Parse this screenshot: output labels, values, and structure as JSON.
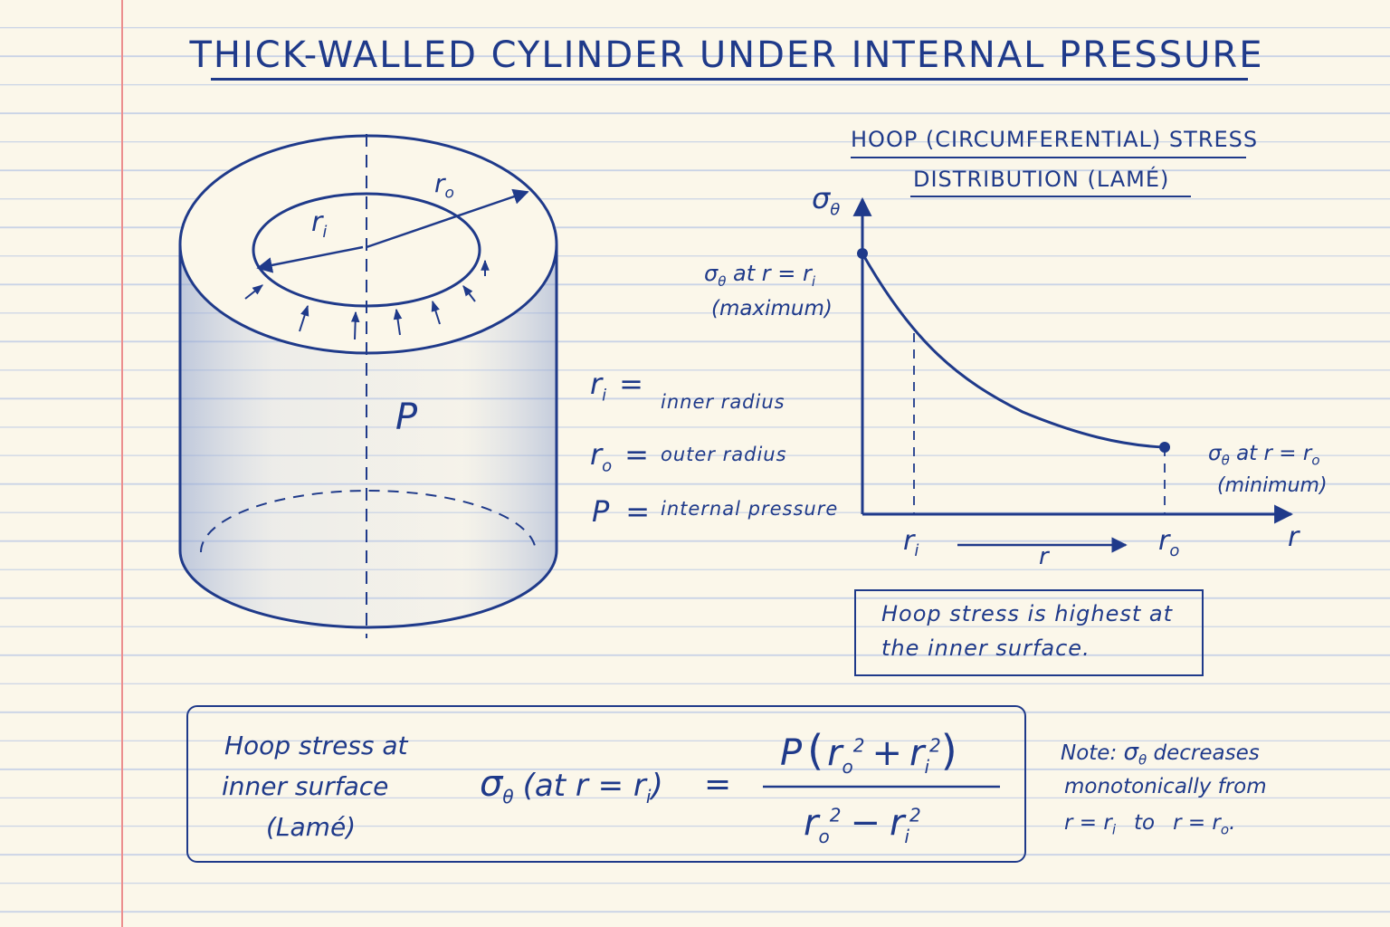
{
  "title": "THICK-WALLED CYLINDER UNDER INTERNAL PRESSURE",
  "cylinder": {
    "label_ro": "r",
    "label_ro_sub": "o",
    "label_ri": "r",
    "label_ri_sub": "i",
    "label_p": "P"
  },
  "legend": [
    {
      "sym": "r",
      "sub": "i",
      "eq": "=",
      "desc": "inner radius"
    },
    {
      "sym": "r",
      "sub": "o",
      "eq": "=",
      "desc": "outer radius"
    },
    {
      "sym": "P",
      "sub": "",
      "eq": "=",
      "desc": "internal pressure"
    }
  ],
  "graph": {
    "title_line1": "HOOP (CIRCUMFERENTIAL) STRESS",
    "title_line2": "DISTRIBUTION (LAMÉ)",
    "y_axis": "σ",
    "y_axis_sub": "θ",
    "x_axis": "r",
    "tick_ri": "r",
    "tick_ri_sub": "i",
    "tick_ro": "r",
    "tick_ro_sub": "o",
    "arrow_label": "r",
    "max_label_1": "σ",
    "max_label_1_sub": "θ",
    "max_label_1_rest": " at r = r",
    "max_label_1_rest_sub": "i",
    "max_label_2": "(maximum)",
    "min_label_1": "σ",
    "min_label_1_sub": "θ",
    "min_label_1_rest": " at r = r",
    "min_label_1_rest_sub": "o",
    "min_label_2": "(minimum)"
  },
  "callout": {
    "line1": "Hoop stress is highest at",
    "line2": "the inner surface."
  },
  "formula": {
    "label_line1": "Hoop stress at",
    "label_line2": "inner surface",
    "label_line3": "(Lamé)",
    "lhs_sigma": "σ",
    "lhs_sub": "θ",
    "lhs_rest": "(at r = r",
    "lhs_rest_sub": "i",
    "lhs_close": ")",
    "equals": "=",
    "num_p": "P",
    "num_paren_open": "(",
    "num_r1": "r",
    "num_r1_sub": "o",
    "num_exp": "2",
    "num_plus": "+",
    "num_r2": "r",
    "num_r2_sub": "i",
    "num_paren_close": ")",
    "den_r1": "r",
    "den_r1_sub": "o",
    "den_exp": "2",
    "den_minus": "−",
    "den_r2": "r",
    "den_r2_sub": "i"
  },
  "note": {
    "line1_a": "Note:",
    "line1_sigma": "σ",
    "line1_sub": "θ",
    "line1_b": "decreases",
    "line2": "monotonically from",
    "line3_a": "r = r",
    "line3_sub_a": "i",
    "line3_b": "to",
    "line3_c": "r = r",
    "line3_sub_c": "o",
    "line3_d": "."
  },
  "colors": {
    "ink": "#1f3a8a",
    "paper": "#fbf7ea",
    "rule_lines": "#c9d3e6",
    "margin_line": "#ec8e8e"
  }
}
